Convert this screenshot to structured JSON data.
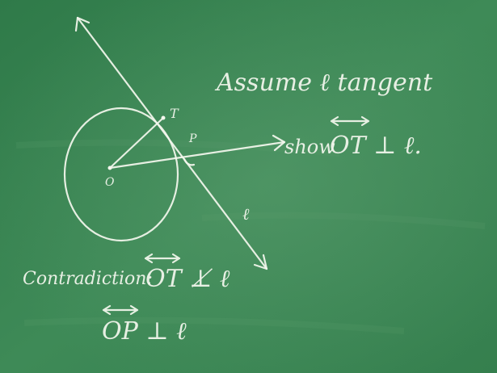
{
  "image": {
    "board_color": "#3e8a57",
    "chalk_color": "#f4f7ee"
  },
  "annotations": {
    "assume": "Assume ℓ tangent",
    "show": "show",
    "show_expr": "OT ⊥ ℓ.",
    "contradiction_label": "Contradiction:",
    "contradiction_expr": "OT ⊥̸ ℓ",
    "op_expr": "OP ⊥ ℓ"
  },
  "diagram": {
    "label_T": "T",
    "label_P": "P",
    "label_O": "O",
    "label_l": "ℓ"
  }
}
